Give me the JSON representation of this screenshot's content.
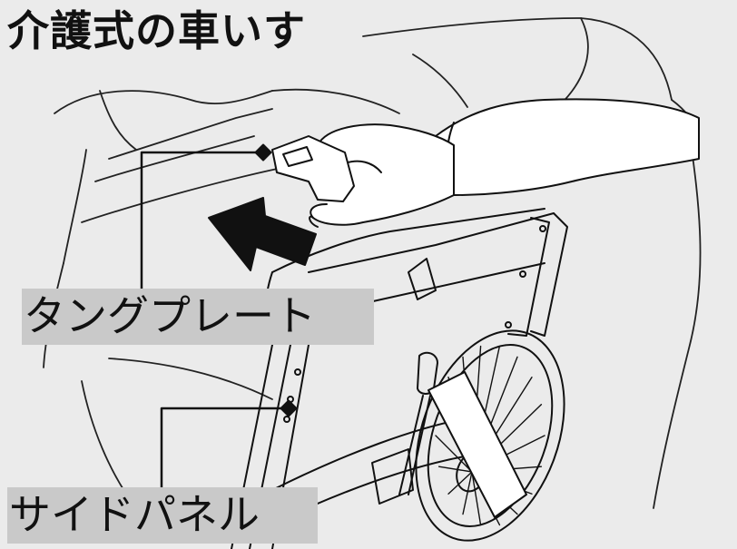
{
  "title": "介護式の車いす",
  "labels": {
    "tongue_plate": "タングプレート",
    "side_panel": "サイドパネル"
  },
  "colors": {
    "background": "#ebebeb",
    "label_background": "#c9c9c9",
    "ink": "#111111",
    "sleeve": "#ffffff"
  },
  "icons": {
    "direction_arrow": "arrow-left-up-icon"
  }
}
